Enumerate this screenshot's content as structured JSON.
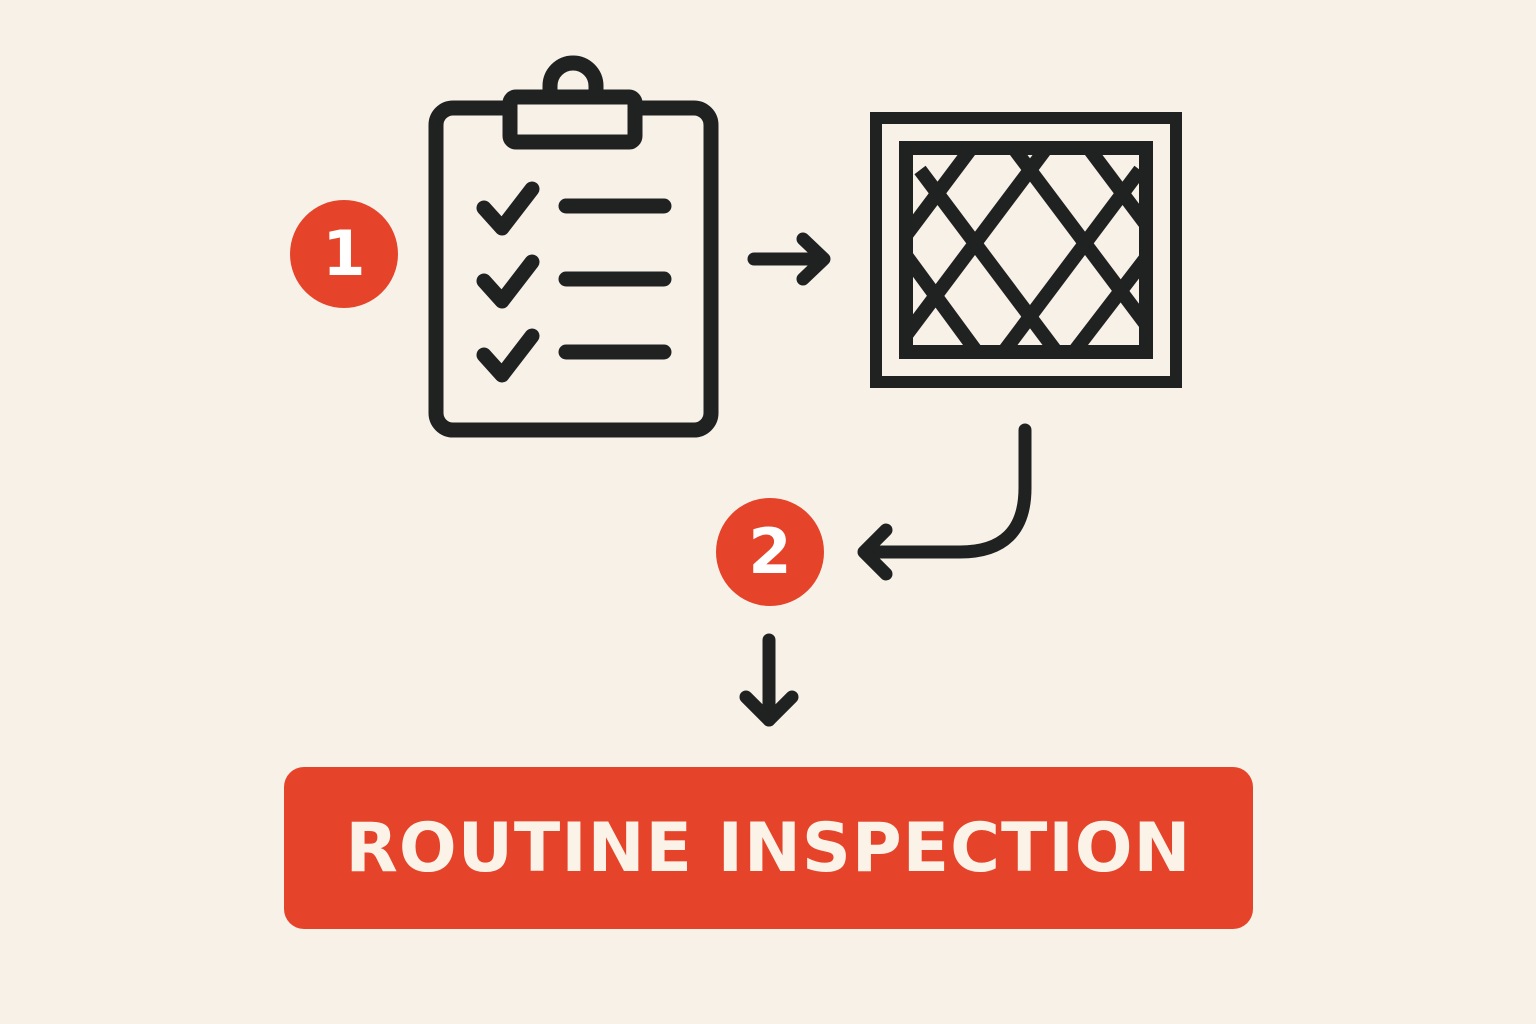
{
  "colors": {
    "background": "#f8f1e8",
    "accent": "#e5432a",
    "ink": "#1f2221",
    "banner_text": "#fbf3e8"
  },
  "steps": [
    {
      "number": "1",
      "icon": "clipboard-checklist-icon"
    },
    {
      "number": "2",
      "icon": "air-filter-icon"
    }
  ],
  "banner": {
    "label": "ROUTINE INSPECTION"
  }
}
